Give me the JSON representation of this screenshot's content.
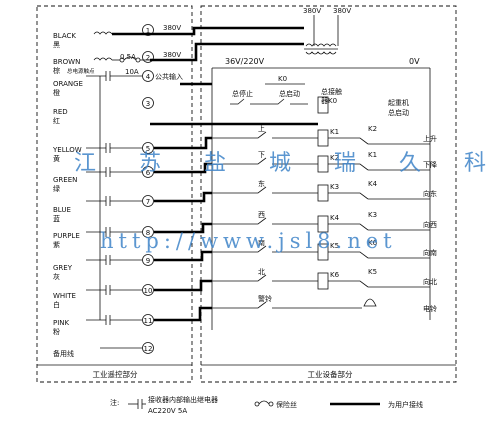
{
  "wires": [
    {
      "no": "1",
      "en": "BLACK",
      "zh": "黑"
    },
    {
      "no": "2",
      "en": "BROWN",
      "zh": "棕"
    },
    {
      "no": "4",
      "en": "ORANGE",
      "zh": "橙"
    },
    {
      "no": "3",
      "en": "RED",
      "zh": "红"
    },
    {
      "no": "5",
      "en": "YELLOW",
      "zh": "黄"
    },
    {
      "no": "6",
      "en": "GREEN",
      "zh": "绿"
    },
    {
      "no": "7",
      "en": "BLUE",
      "zh": "蓝"
    },
    {
      "no": "8",
      "en": "PURPLE",
      "zh": "紫"
    },
    {
      "no": "9",
      "en": "GREY",
      "zh": "灰"
    },
    {
      "no": "10",
      "en": "WHITE",
      "zh": "白"
    },
    {
      "no": "11",
      "en": "PINK",
      "zh": "粉"
    },
    {
      "no": "12",
      "en": "",
      "zh": "备用线"
    }
  ],
  "supply": {
    "v1": "380V",
    "v2": "380V",
    "line1": "380V",
    "line2": "380V",
    "fuse": "0.5A",
    "primary": "36V/220V",
    "zero": "0V"
  },
  "common_input": "公共输入",
  "total_power_contact": "总电源触点",
  "contact_rating": "10A",
  "relay_k0": "K0",
  "stop_label": "总停止",
  "start_label": "总启动",
  "contactor_label": "总接触\n器K0",
  "crane_start": "起重机\n总启动",
  "buttons": [
    "上",
    "下",
    "东",
    "西",
    "南",
    "北",
    "警铃"
  ],
  "coils": [
    "K1",
    "K2",
    "K3",
    "K4",
    "K5",
    "K6"
  ],
  "interlocks": [
    "K2",
    "K1",
    "K4",
    "K3",
    "K6",
    "K5"
  ],
  "outputs": [
    "上升",
    "下降",
    "向东",
    "向西",
    "向南",
    "向北",
    "电铃"
  ],
  "left_section": "工业遥控部分",
  "right_section": "工业设备部分",
  "watermark_cn": "江 苏 盐 城 瑞 久 科 技",
  "watermark_url": "http://www.jsl8.net",
  "legend": {
    "note": "注:",
    "relay_text": "接收器内部输出继电器",
    "relay_rating": "AC220V    5A",
    "fuse_text": "保险丝",
    "user_wire_text": "为用户接线"
  }
}
